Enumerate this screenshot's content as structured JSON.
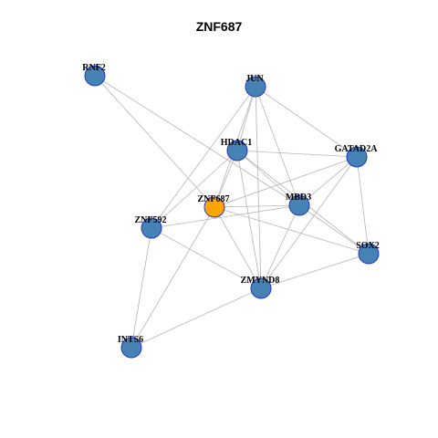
{
  "title": "ZNF687",
  "colors": {
    "node_fill": "#4682b4",
    "focus_fill": "#ffa500",
    "node_border": "#2436c8",
    "edge": "#b5b5b5"
  },
  "nodes": [
    {
      "id": "RNF2",
      "label": "RNF2",
      "focus": false
    },
    {
      "id": "JUN",
      "label": "JUN",
      "focus": false
    },
    {
      "id": "HDAC1",
      "label": "HDAC1",
      "focus": false
    },
    {
      "id": "GATAD2A",
      "label": "GATAD2A",
      "focus": false
    },
    {
      "id": "ZNF687",
      "label": "ZNF687",
      "focus": true
    },
    {
      "id": "MBD3",
      "label": "MBD3",
      "focus": false
    },
    {
      "id": "ZNF592",
      "label": "ZNF592",
      "focus": false
    },
    {
      "id": "SOX2",
      "label": "SOX2",
      "focus": false
    },
    {
      "id": "ZMYND8",
      "label": "ZMYND8",
      "focus": false
    },
    {
      "id": "INTS6",
      "label": "INTS6",
      "focus": false
    }
  ],
  "edges": [
    [
      "RNF2",
      "ZNF687"
    ],
    [
      "RNF2",
      "MBD3"
    ],
    [
      "JUN",
      "HDAC1"
    ],
    [
      "JUN",
      "GATAD2A"
    ],
    [
      "JUN",
      "MBD3"
    ],
    [
      "JUN",
      "ZMYND8"
    ],
    [
      "JUN",
      "ZNF592"
    ],
    [
      "JUN",
      "ZNF687"
    ],
    [
      "HDAC1",
      "GATAD2A"
    ],
    [
      "HDAC1",
      "ZNF687"
    ],
    [
      "HDAC1",
      "MBD3"
    ],
    [
      "HDAC1",
      "SOX2"
    ],
    [
      "HDAC1",
      "ZMYND8"
    ],
    [
      "HDAC1",
      "ZNF592"
    ],
    [
      "GATAD2A",
      "ZNF687"
    ],
    [
      "GATAD2A",
      "MBD3"
    ],
    [
      "GATAD2A",
      "SOX2"
    ],
    [
      "GATAD2A",
      "ZMYND8"
    ],
    [
      "ZNF687",
      "MBD3"
    ],
    [
      "ZNF687",
      "SOX2"
    ],
    [
      "ZNF687",
      "ZMYND8"
    ],
    [
      "ZNF687",
      "INTS6"
    ],
    [
      "MBD3",
      "ZNF592"
    ],
    [
      "MBD3",
      "SOX2"
    ],
    [
      "MBD3",
      "ZMYND8"
    ],
    [
      "ZNF592",
      "ZMYND8"
    ],
    [
      "ZNF592",
      "INTS6"
    ],
    [
      "SOX2",
      "ZMYND8"
    ],
    [
      "ZMYND8",
      "INTS6"
    ]
  ]
}
